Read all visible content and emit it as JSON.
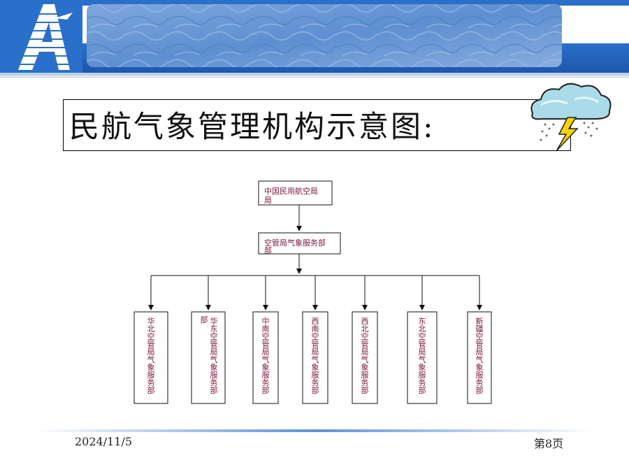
{
  "slide": {
    "title": "民航气象管理机构示意图:",
    "date": "2024/11/5",
    "page_label": "第8页"
  },
  "colors": {
    "banner_blue": "#1f63bd",
    "node_text": "#7b1440"
  },
  "org_chart": {
    "root": {
      "line1": "中国民用航空局",
      "line2": "局"
    },
    "middle": {
      "line1": "空管局气象服务部",
      "line2": "部"
    },
    "children": [
      {
        "chars": "华北空管局气象服务部"
      },
      {
        "chars": "华东空管局气象服务部",
        "side": "部"
      },
      {
        "chars": "中南空管局气象服务部"
      },
      {
        "chars": "西南空管局气象服务部"
      },
      {
        "chars": "西北空管局气象服务部"
      },
      {
        "chars": "东北空管局气象服务部"
      },
      {
        "chars": "新疆空管局气象服务部"
      }
    ]
  },
  "icons": {
    "logo": "airline-logo-icon",
    "weather": "storm-cloud-icon"
  }
}
